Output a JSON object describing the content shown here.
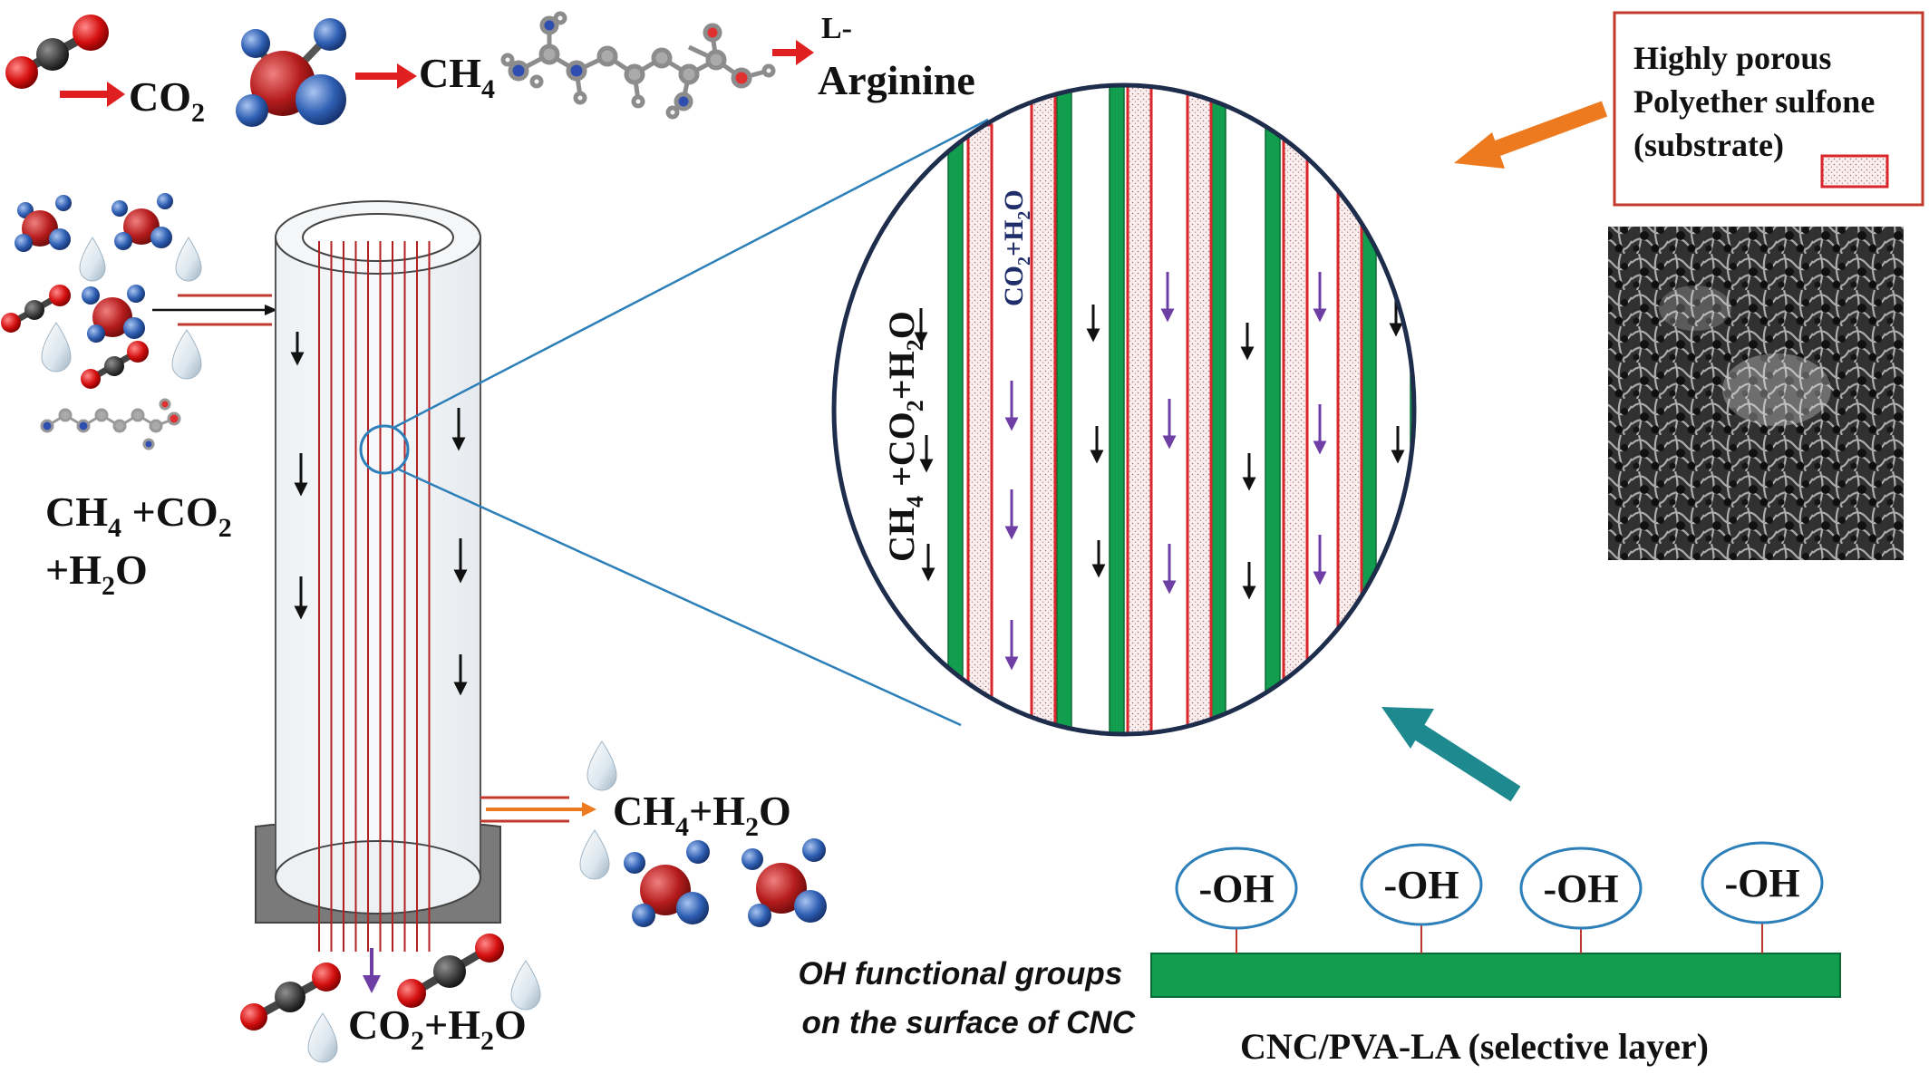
{
  "top_row": {
    "co2": "CO",
    "co2_sub": "2",
    "ch4": "CH",
    "ch4_sub": "4",
    "l_prefix": "L-",
    "arginine": "Arginine"
  },
  "feed_label": {
    "line1_a": "CH",
    "line1_sub1": "4",
    "line1_b": " +CO",
    "line1_sub2": "2",
    "line2_a": "+H",
    "line2_sub": "2",
    "line2_b": "O"
  },
  "retentate_label": {
    "a": "CH",
    "sub1": "4",
    "b": "+H",
    "sub2": "2",
    "c": "O"
  },
  "permeate_label": {
    "a": "CO",
    "sub1": "2",
    "b": "+H",
    "sub2": "2",
    "c": "O"
  },
  "zoom_labels": {
    "feed_a": "CH",
    "feed_sub1": "4",
    "feed_b": " +CO",
    "feed_sub2": "2",
    "feed_c": "+H",
    "feed_sub3": "2",
    "feed_d": "O",
    "perm_a": "CO",
    "perm_sub1": "2",
    "perm_b": "+H",
    "perm_sub2": "2",
    "perm_c": "O"
  },
  "legend": {
    "line1": "Highly porous",
    "line2": "Polyether sulfone",
    "line3": "(substrate)"
  },
  "oh_groups": [
    "-OH",
    "-OH",
    "-OH",
    "-OH"
  ],
  "oh_caption": {
    "line1": "OH functional groups",
    "line2": "on the surface of CNC"
  },
  "selective_layer_label": "CNC/PVA-LA (selective layer)",
  "colors": {
    "green": "#119e4f",
    "substrate_border": "#d8262b",
    "circle_border": "#1f2d4d",
    "zoom_line": "#2c7fb8",
    "orange_arrow": "#ee7a1f",
    "teal_arrow": "#1e8a8f",
    "red_arrow": "#e02020",
    "purple_arrow": "#6d3fa5",
    "ch4_red": "#b51c1c",
    "ch4_blue": "#2f5fb3",
    "co2_dark": "#333333"
  }
}
